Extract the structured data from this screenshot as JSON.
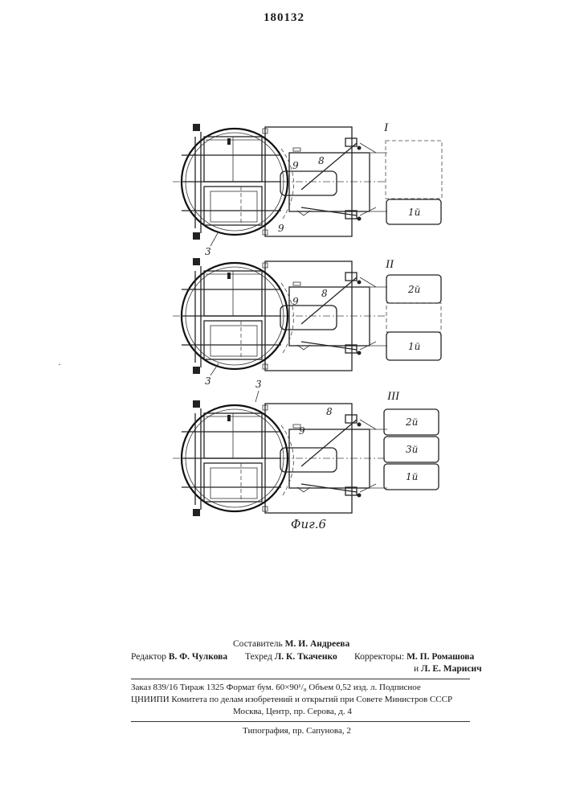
{
  "header": {
    "patent_number": "180132"
  },
  "figure": {
    "caption": "Фиг.6",
    "positions": [
      "I",
      "II",
      "III"
    ],
    "callouts": {
      "c3": "3",
      "c8": "8",
      "c9": "9"
    },
    "cargo_labels": {
      "one": "1й",
      "two": "2й",
      "three": "3й"
    }
  },
  "imprint": {
    "compiler_label": "Составитель",
    "compiler_name": "М. И. Андреева",
    "editor_label": "Редактор",
    "editor_name": "В. Ф. Чулкова",
    "techred_label": "Техред",
    "techred_name": "Л. К. Ткаченко",
    "correctors_label": "Корректоры:",
    "corrector1": "М. П. Ромашова",
    "corrector2_prefix": "и",
    "corrector2": "Л. Е. Марисич",
    "order_line": "Заказ 839/16    Тираж 1325    Формат бум. 60×90¹/₈    Объем 0,52 изд. л. Подписное",
    "org_line": "ЦНИИПИ Комитета по делам изобретений и открытий при Совете Министров СССР",
    "address_line": "Москва, Центр, пр. Серова, д. 4",
    "printing_line": "Типография, пр. Сапунова, 2"
  }
}
